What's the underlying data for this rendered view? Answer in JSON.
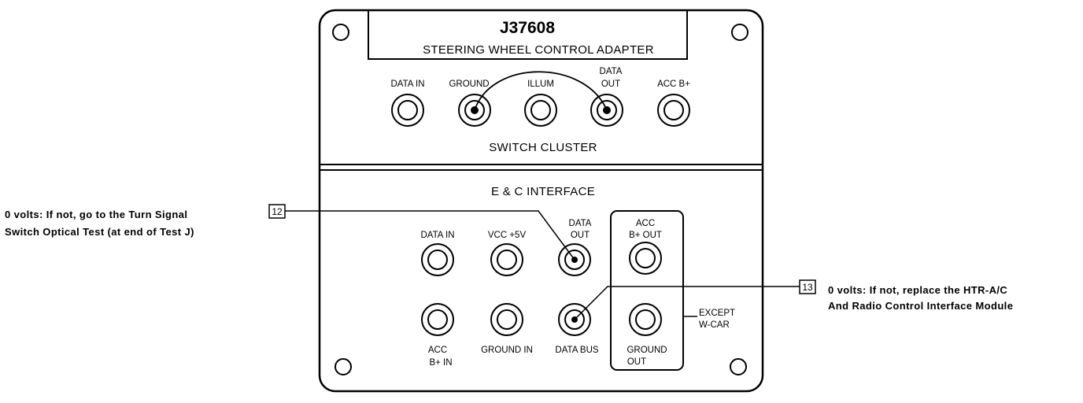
{
  "panel": {
    "part_number": "J37608",
    "name": "STEERING WHEEL CONTROL ADAPTER"
  },
  "switch_cluster": {
    "title": "SWITCH CLUSTER",
    "jacks": [
      {
        "label": "DATA IN"
      },
      {
        "label": "GROUND"
      },
      {
        "label": "ILLUM"
      },
      {
        "label_line1": "DATA",
        "label_line2": "OUT"
      },
      {
        "label": "ACC B+"
      }
    ]
  },
  "interface": {
    "title": "E & C INTERFACE",
    "top_row": [
      {
        "label": "DATA IN"
      },
      {
        "label": "VCC +5V"
      },
      {
        "label_line1": "DATA",
        "label_line2": "OUT"
      },
      {
        "label_line1": "ACC",
        "label_line2": "B+ OUT"
      }
    ],
    "bottom_row": [
      {
        "label_line1": "ACC",
        "label_line2": "B+ IN"
      },
      {
        "label": "GROUND IN"
      },
      {
        "label": "DATA BUS"
      },
      {
        "label_line1": "GROUND",
        "label_line2": "OUT"
      }
    ],
    "except_note": {
      "line1": "EXCEPT",
      "line2": "W-CAR"
    }
  },
  "callouts": [
    {
      "number": "12",
      "line1": "0 volts: If not, go to the Turn Signal",
      "line2": "Switch Optical Test (at end of Test J)"
    },
    {
      "number": "13",
      "line1": "0 volts: If not, replace the HTR-A/C",
      "line2": "And Radio Control Interface Module"
    }
  ]
}
